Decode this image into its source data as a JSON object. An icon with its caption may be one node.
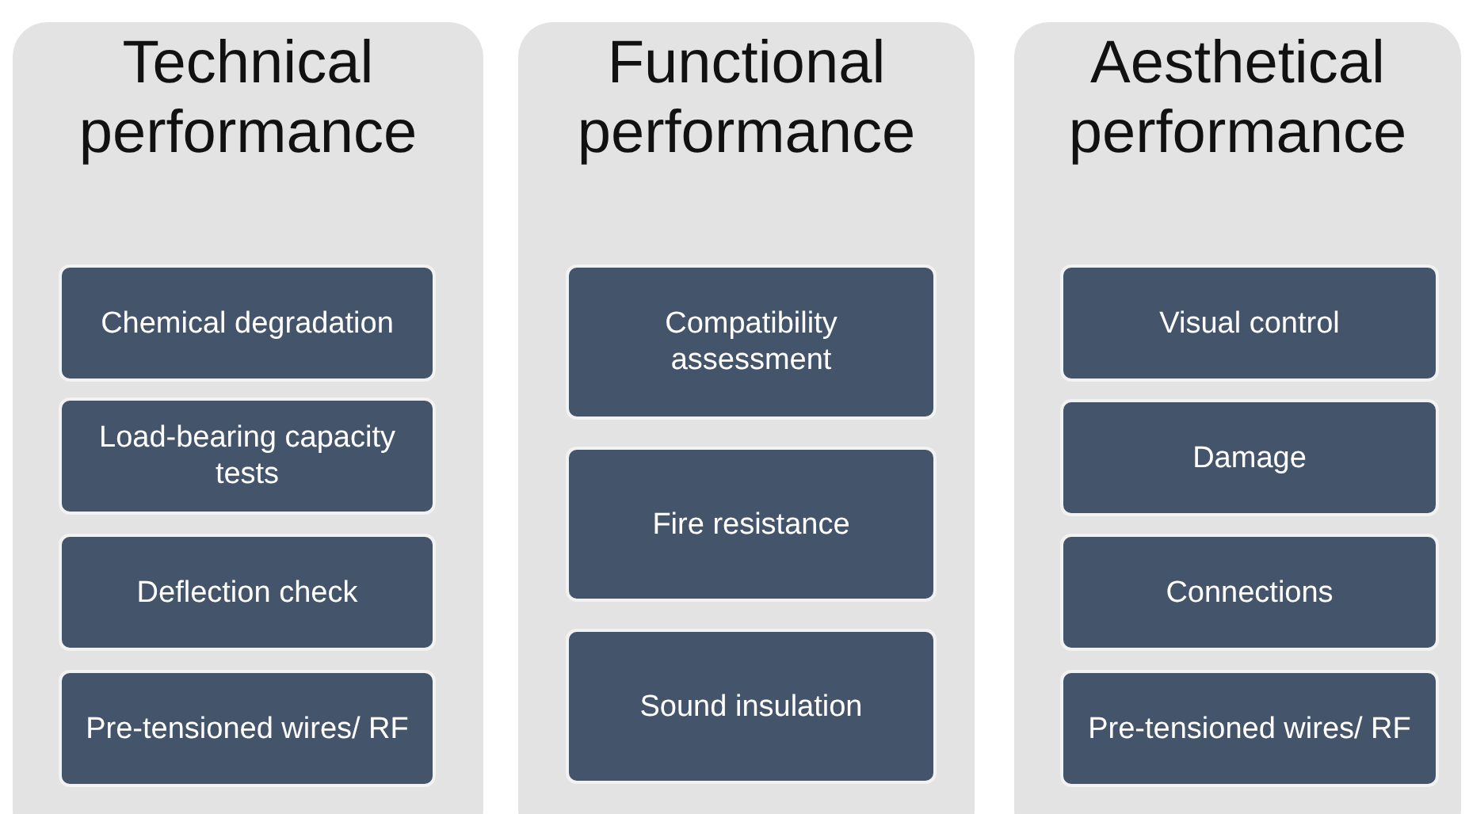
{
  "diagram": {
    "nodes": [
      {
        "text": [
          "Technical performance"
        ]
      },
      {
        "text": [
          "Chemical degradation"
        ],
        "in": 0
      },
      {
        "text": [
          "Load-bearing capacity tests"
        ],
        "in": 0
      },
      {
        "text": [
          "Deflection check"
        ],
        "in": 0
      },
      {
        "text": [
          "Pre-tensioned wires/ RF"
        ],
        "in": 0
      },
      {
        "text": [
          "Functional performance"
        ]
      },
      {
        "text": [
          "Compatibility assessment"
        ],
        "in": 5
      },
      {
        "text": [
          "Fire resistance"
        ],
        "in": 5
      },
      {
        "text": [
          "Sound insulation"
        ],
        "in": 5
      },
      {
        "text": [
          "Aesthetical performance"
        ]
      },
      {
        "text": [
          "Visual control"
        ],
        "in": 9
      },
      {
        "text": [
          "Damage"
        ],
        "in": 9
      },
      {
        "text": [
          "Connections"
        ],
        "in": 9
      },
      {
        "text": [
          "Pre-tensioned wires/ RF"
        ],
        "in": 9
      }
    ]
  }
}
